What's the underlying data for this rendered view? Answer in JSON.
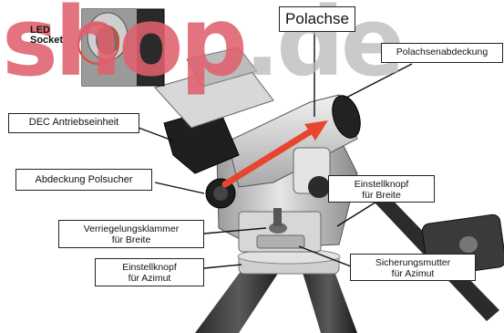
{
  "watermark": {
    "part1": "shop",
    "part2": ".de"
  },
  "inset": {
    "line1": "LED",
    "line2": "Socket"
  },
  "labels": {
    "polachse": "Polachse",
    "polachsenabdeckung": "Polachsenabdeckung",
    "dec_antrieb": "DEC Antriebseinheit",
    "abdeckung_polsucher": "Abdeckung Polsucher",
    "einstellknopf_breite": [
      "Einstellknopf",
      "für Breite"
    ],
    "verriegelung_breite": [
      "Verriegelungsklammer",
      "für Breite"
    ],
    "sicherungsmutter_azimut": [
      "Sicherungsmutter",
      "für Azimut"
    ],
    "einstellknopf_azimut": [
      "Einstellknopf",
      "für Azimut"
    ]
  },
  "colors": {
    "arrow": "#e8452e",
    "watermark_red": "#e0606e",
    "watermark_gray": "#b9b9b9"
  }
}
